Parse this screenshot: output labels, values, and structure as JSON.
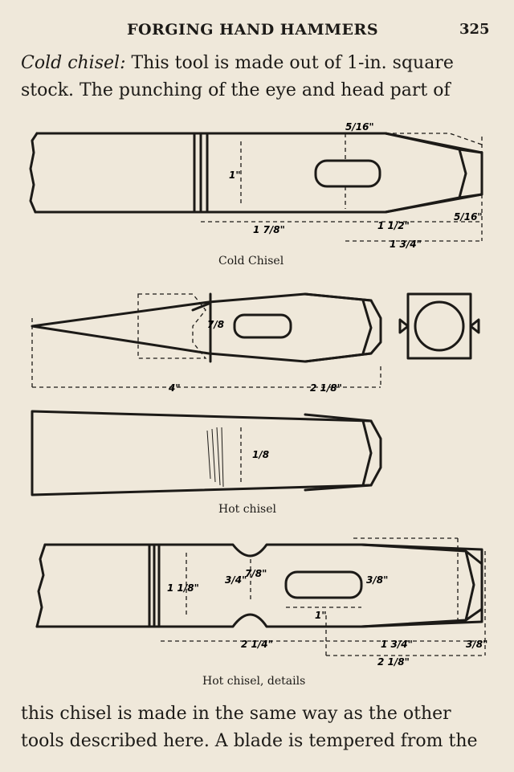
{
  "header": {
    "title": "FORGING HAND HAMMERS",
    "page_number": "325"
  },
  "intro": {
    "lead": "Cold chisel:",
    "text": "This tool is made out of 1-in. square stock. The punching of the eye and head part of"
  },
  "figures": {
    "cold_chisel": {
      "caption": "Cold Chisel",
      "dims": {
        "eye_offset": "5/16\"",
        "height": "1\"",
        "length_a": "1 7/8\"",
        "length_b": "1 1/2\"",
        "edge": "5/16\"",
        "length_c": "1 3/4\""
      }
    },
    "hot_chisel": {
      "caption": "Hot chisel",
      "dims": {
        "eye_width": "7/8",
        "overall": "4\"",
        "head": "2 1/8\"",
        "height": "1/8"
      }
    },
    "hot_chisel_details": {
      "caption": "Hot chisel, details",
      "dims": {
        "height": "1 1/8\"",
        "neck_a": "3/4\"",
        "neck_b": "7/8\"",
        "eye_h": "3/8\"",
        "eye_len": "1\"",
        "len_a": "2 1/4\"",
        "len_b": "1 3/4\"",
        "tip": "3/8\"",
        "len_c": "2 1/8\""
      }
    }
  },
  "closing": {
    "text": "this chisel is made in the same way as the other tools described here. A blade is tempered from the"
  }
}
